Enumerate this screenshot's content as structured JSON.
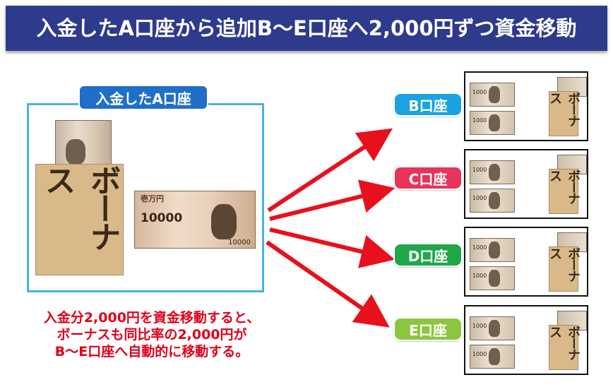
{
  "title": "入金したA口座から追加B～E口座へ2,000円ずつ資金移動",
  "source_account": {
    "label": "入金したA口座",
    "envelope_text": "ボーナス",
    "banknote_denomination": "10000",
    "banknote_header": "壱万円"
  },
  "caption": [
    "入金分2,000円を資金移動すると、",
    "ボーナスも同比率の2,000円が",
    "B～E口座へ自動的に移動する。"
  ],
  "target_accounts": [
    {
      "label": "B口座",
      "color": "#1aa3e0",
      "envelope_text": "ボーナス"
    },
    {
      "label": "C口座",
      "color": "#e8335a",
      "envelope_text": "ボーナス"
    },
    {
      "label": "D口座",
      "color": "#1ea84a",
      "envelope_text": "ボーナス"
    },
    {
      "label": "E口座",
      "color": "#8cc63f",
      "envelope_text": "ボーナス"
    }
  ],
  "small_note_denomination": "1000",
  "arrow_color": "#e8101c"
}
